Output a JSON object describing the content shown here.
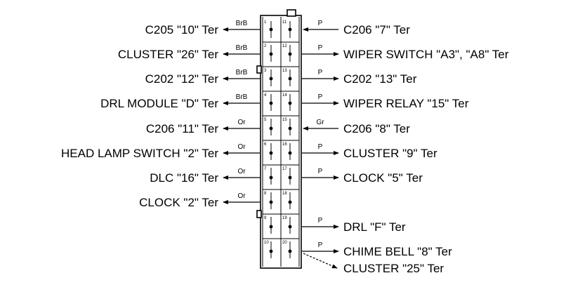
{
  "connector": {
    "pins_left": [
      "1",
      "2",
      "3",
      "4",
      "5",
      "6",
      "7",
      "8",
      "9",
      "10"
    ],
    "pins_right": [
      "11",
      "12",
      "13",
      "14",
      "15",
      "16",
      "17",
      "18",
      "19",
      "20"
    ]
  },
  "left_wires": [
    {
      "pin": "1",
      "color": "BrB",
      "label": "C205 \"10\" Ter"
    },
    {
      "pin": "2",
      "color": "BrB",
      "label": "CLUSTER \"26\" Ter"
    },
    {
      "pin": "3",
      "color": "BrB",
      "label": "C202 \"12\" Ter"
    },
    {
      "pin": "4",
      "color": "BrB",
      "label": "DRL MODULE \"D\" Ter"
    },
    {
      "pin": "5",
      "color": "Or",
      "label": "C206 \"11\" Ter"
    },
    {
      "pin": "6",
      "color": "Or",
      "label": "HEAD LAMP SWITCH \"2\" Ter"
    },
    {
      "pin": "7",
      "color": "Or",
      "label": "DLC \"16\" Ter"
    },
    {
      "pin": "8",
      "color": "Or",
      "label": "CLOCK \"2\" Ter"
    }
  ],
  "right_wires": [
    {
      "pin": "11",
      "color": "P",
      "label": "C206 \"7\" Ter"
    },
    {
      "pin": "12",
      "color": "P",
      "label": "WIPER SWITCH \"A3\", \"A8\" Ter"
    },
    {
      "pin": "13",
      "color": "P",
      "label": "C202 \"13\" Ter"
    },
    {
      "pin": "14",
      "color": "P",
      "label": "WIPER RELAY \"15\" Ter"
    },
    {
      "pin": "15",
      "color": "Gr",
      "label": "C206 \"8\" Ter"
    },
    {
      "pin": "16",
      "color": "P",
      "label": "CLUSTER \"9\" Ter"
    },
    {
      "pin": "17",
      "color": "P",
      "label": "CLOCK \"5\" Ter"
    },
    {
      "pin": "19",
      "color": "P",
      "label": "DRL \"F\" Ter"
    },
    {
      "pin": "20",
      "color": "P",
      "label": "CHIME BELL \"8\" Ter"
    },
    {
      "pin": "20",
      "color": "",
      "label": "CLUSTER \"25\" Ter"
    }
  ]
}
